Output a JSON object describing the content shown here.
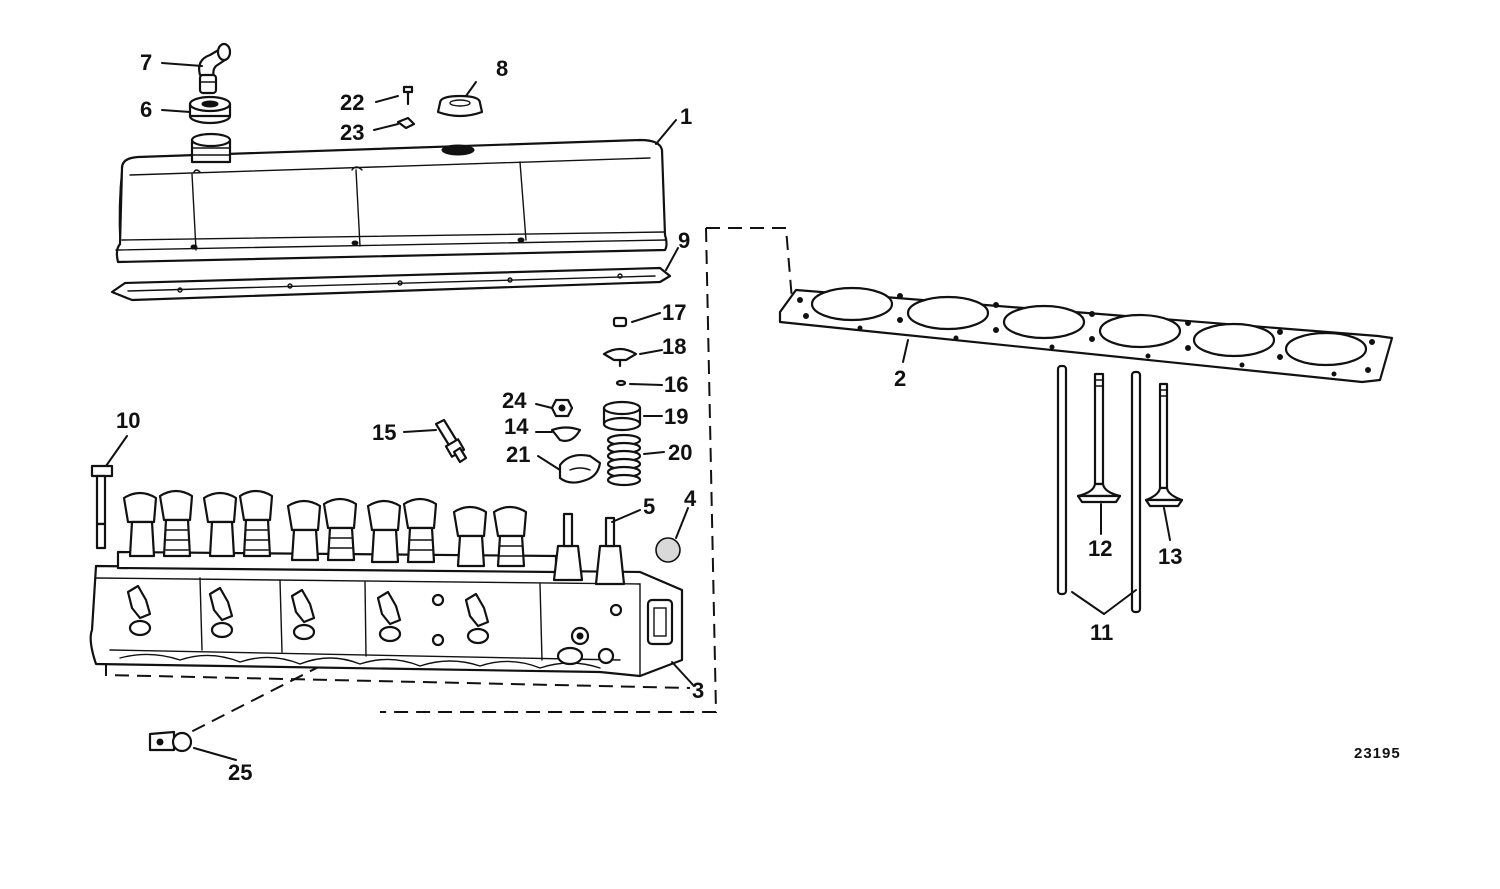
{
  "callouts": {
    "c1": "1",
    "c2": "2",
    "c3": "3",
    "c4": "4",
    "c5": "5",
    "c6": "6",
    "c7": "7",
    "c8": "8",
    "c9": "9",
    "c10": "10",
    "c11": "11",
    "c12": "12",
    "c13": "13",
    "c14": "14",
    "c15": "15",
    "c16": "16",
    "c17": "17",
    "c18": "18",
    "c19": "19",
    "c20": "20",
    "c21": "21",
    "c22": "22",
    "c23": "23",
    "c24": "24",
    "c25": "25"
  },
  "figure_ref": "23195"
}
